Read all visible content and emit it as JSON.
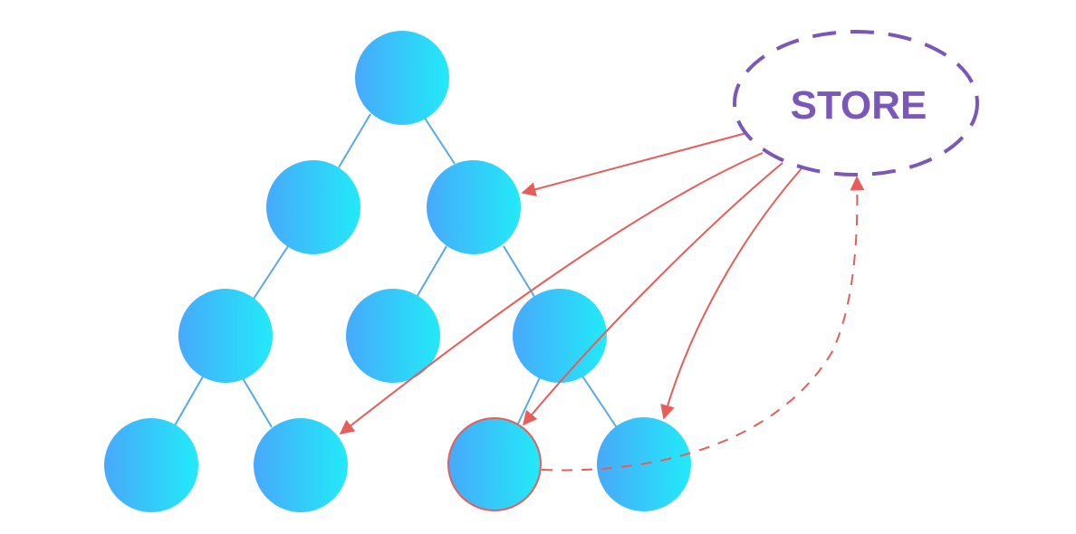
{
  "diagram": {
    "store": {
      "label": "STORE",
      "color": "#7b57b8"
    },
    "colors": {
      "node_gradient_start": "#47a9fb",
      "node_gradient_end": "#22eaf8",
      "tree_edge": "#58a8e6",
      "store_arrow": "#e85c5a",
      "highlight_ring": "#e85c5a"
    },
    "tree": {
      "nodes": [
        "root",
        "l1-left",
        "l1-right",
        "l2-a",
        "l2-b",
        "l2-c",
        "l3-a",
        "l3-b",
        "l3-c",
        "l3-d"
      ],
      "edges": [
        [
          "root",
          "l1-left"
        ],
        [
          "root",
          "l1-right"
        ],
        [
          "l1-left",
          "l2-a"
        ],
        [
          "l1-right",
          "l2-b"
        ],
        [
          "l1-right",
          "l2-c"
        ],
        [
          "l2-a",
          "l3-a"
        ],
        [
          "l2-a",
          "l3-b"
        ],
        [
          "l2-c",
          "l3-c"
        ],
        [
          "l2-c",
          "l3-d"
        ]
      ],
      "highlighted_node": "l3-c"
    },
    "store_connections": [
      {
        "from": "store",
        "to": "l1-right",
        "style": "solid"
      },
      {
        "from": "store",
        "to": "l3-b",
        "style": "solid"
      },
      {
        "from": "store",
        "to": "l3-c",
        "style": "solid"
      },
      {
        "from": "store",
        "to": "l3-d",
        "style": "solid"
      },
      {
        "from": "l3-c",
        "to": "store",
        "style": "dashed"
      }
    ]
  }
}
